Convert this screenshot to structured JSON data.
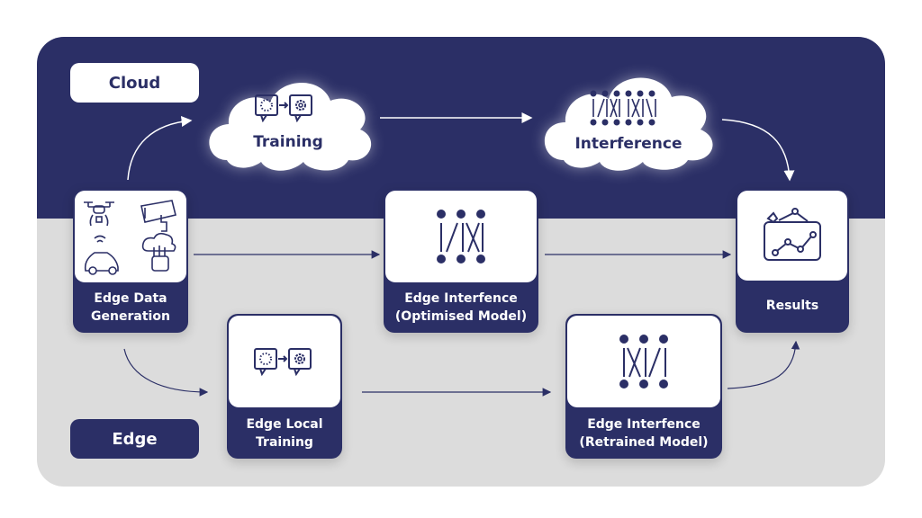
{
  "zones": {
    "cloud": "Cloud",
    "edge": "Edge"
  },
  "clouds": {
    "training": {
      "label": "Training",
      "icon": "training-icon"
    },
    "inference": {
      "label": "Interference",
      "icon": "neural-network-icon"
    }
  },
  "nodes": {
    "data_generation": {
      "line1": "Edge Data",
      "line2": "Generation",
      "icons": [
        "drone-icon",
        "cctv-camera-icon",
        "connected-car-icon",
        "iot-cloud-device-icon"
      ]
    },
    "edge_inference_optimised": {
      "line1": "Edge Interfence",
      "line2": "(Optimised Model)",
      "icon": "neural-network-icon"
    },
    "results": {
      "line1": "Results",
      "icon": "chart-board-icon"
    },
    "edge_local_training": {
      "line1": "Edge Local",
      "line2": "Training",
      "icon": "training-icon"
    },
    "edge_inference_retrained": {
      "line1": "Edge Interfence",
      "line2": "(Retrained Model)",
      "icon": "neural-network-icon"
    }
  },
  "colors": {
    "navy": "#2b2f66",
    "light_gray": "#dcdcdc",
    "white": "#ffffff"
  }
}
